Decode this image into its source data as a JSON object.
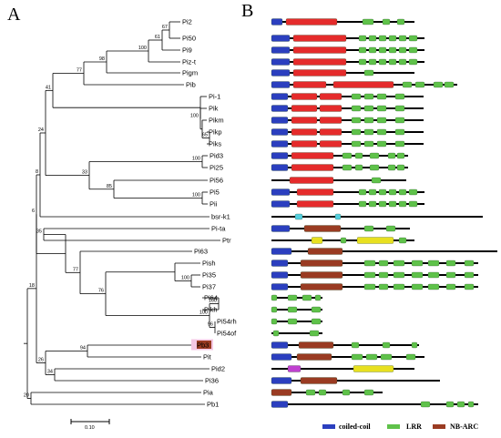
{
  "panels": {
    "a": "A",
    "b": "B"
  },
  "tree": {
    "taxa": [
      {
        "name": "Pi2"
      },
      {
        "name": "Pi50"
      },
      {
        "name": "Pi9"
      },
      {
        "name": "Piz-t"
      },
      {
        "name": "Pigm"
      },
      {
        "name": "Pib"
      },
      {
        "name": "Pi-1"
      },
      {
        "name": "Pik"
      },
      {
        "name": "Pikm"
      },
      {
        "name": "Pikp"
      },
      {
        "name": "Piks"
      },
      {
        "name": "Pid3"
      },
      {
        "name": "Pi25"
      },
      {
        "name": "Pi56"
      },
      {
        "name": "Pi5"
      },
      {
        "name": "Pii"
      },
      {
        "name": "bsr-k1"
      },
      {
        "name": "Pi-ta"
      },
      {
        "name": "Ptr"
      },
      {
        "name": "Pi63"
      },
      {
        "name": "Pish"
      },
      {
        "name": "Pi35"
      },
      {
        "name": "Pi37"
      },
      {
        "name": "Pi64"
      },
      {
        "name": "Pikh"
      },
      {
        "name": "Pi54rh"
      },
      {
        "name": "Pi54of"
      },
      {
        "name": "Pb3",
        "highlight": true
      },
      {
        "name": "Pit"
      },
      {
        "name": "Pid2"
      },
      {
        "name": "Pi36"
      },
      {
        "name": "Pia"
      },
      {
        "name": "Pb1"
      }
    ],
    "bootstrap": [
      {
        "value": "67",
        "node": 0
      },
      {
        "value": "61",
        "node": 1
      },
      {
        "value": "100",
        "node": 2
      },
      {
        "value": "98",
        "node": 3
      },
      {
        "value": "77",
        "node": 4
      },
      {
        "value": "41",
        "node": 5
      },
      {
        "value": "100",
        "node": 6
      },
      {
        "value": "65",
        "node": 7
      },
      {
        "value": "24",
        "node": 8
      },
      {
        "value": "100",
        "node": 9
      },
      {
        "value": "33",
        "node": 10
      },
      {
        "value": "100",
        "node": 11
      },
      {
        "value": "85",
        "node": 12
      },
      {
        "value": "8",
        "node": 13
      },
      {
        "value": "6",
        "node": 14
      },
      {
        "value": "35",
        "node": 15
      },
      {
        "value": "100",
        "node": 16
      },
      {
        "value": "77",
        "node": 17
      },
      {
        "value": "100",
        "node": 18
      },
      {
        "value": "96",
        "node": 19
      },
      {
        "value": "100",
        "node": 20
      },
      {
        "value": "76",
        "node": 21
      },
      {
        "value": "94",
        "node": 22
      },
      {
        "value": "34",
        "node": 23
      },
      {
        "value": "26",
        "node": 24
      },
      {
        "value": "18",
        "node": 25
      },
      {
        "value": "20",
        "node": 26
      }
    ],
    "scale_bar": "0.10"
  },
  "legend": [
    {
      "label": "coiled-coil",
      "color": "#2b3fbf"
    },
    {
      "label": "LRR",
      "color": "#5fc24a"
    },
    {
      "label": "NB-ARC",
      "color": "#9a3b22"
    }
  ],
  "domains_colors": {
    "cc": "#2b3fbf",
    "nb": "#e52b2b",
    "nbarc": "#9a3b22",
    "lrr": "#5fc24a",
    "yellow": "#e8e020",
    "cyan": "#55d0e0",
    "magenta": "#c040d0"
  }
}
